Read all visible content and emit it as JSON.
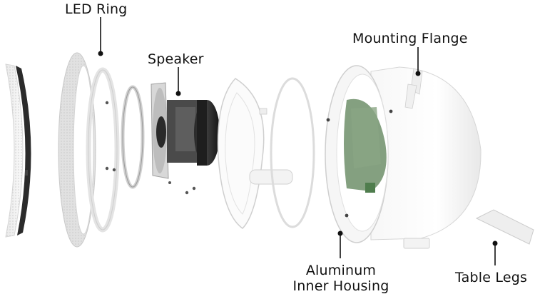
{
  "labels": {
    "led_ring": "LED Ring",
    "speaker": "Speaker",
    "mounting_flange": "Mounting Flange",
    "aluminum_inner_housing_1": "Aluminum",
    "aluminum_inner_housing_2": "Inner Housing",
    "table_legs": "Table Legs"
  },
  "colors": {
    "ink": "#111111",
    "plastic": "#f2f2f2",
    "plastic_edge": "#cfcfcf",
    "speaker_black": "#1c1c1c",
    "pcb_green": "#5f8f5a"
  }
}
